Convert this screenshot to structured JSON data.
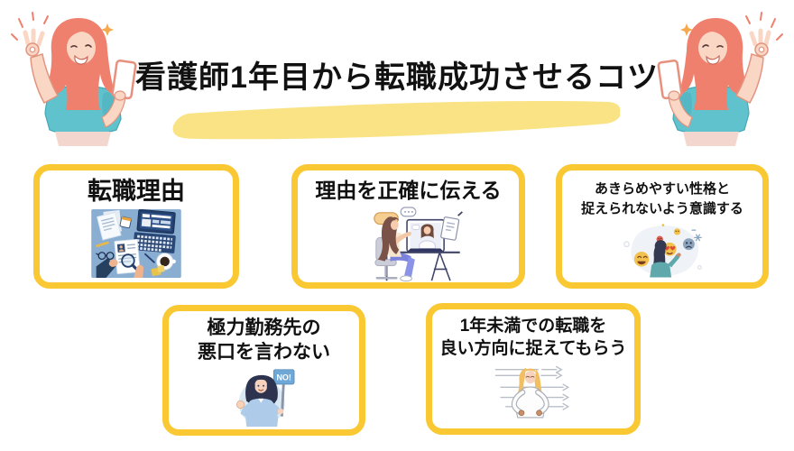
{
  "page": {
    "background": "#ffffff",
    "border_yellow": "#F9C832",
    "highlight_yellow": "#FAE385",
    "text_color": "#111111"
  },
  "header": {
    "title": "看護師1年目から転職成功させるコツ"
  },
  "cards": [
    {
      "title": "転職理由",
      "illustration": "resume-review-desk"
    },
    {
      "title": "理由を正確に伝える",
      "illustration": "online-interview"
    },
    {
      "title": "あきらめやすい性格と\n捉えられないよう意識する",
      "illustration": "emotion-emojis"
    },
    {
      "title": "極力勤務先の\n悪口を言わない",
      "illustration": "no-sign-woman",
      "sign_label": "NO!"
    },
    {
      "title": "1年未満での転職を\n良い方向に捉えてもらう",
      "illustration": "confident-woman-arrows"
    }
  ]
}
